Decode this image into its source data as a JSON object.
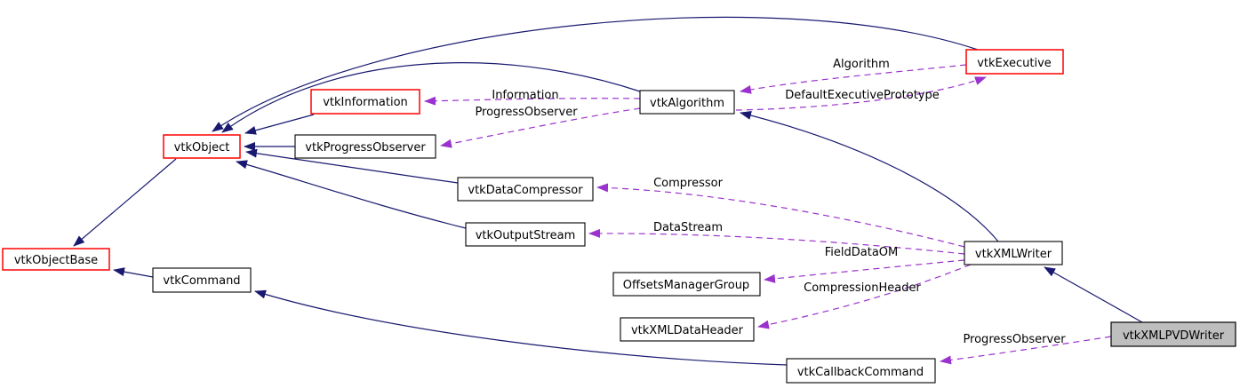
{
  "diagram": {
    "kind": "class-collaboration-graph",
    "colors": {
      "inheritance_edge": "#191970",
      "usage_edge": "#9a32cd",
      "node_border": "#000000",
      "truncated_node_border": "#ff0000",
      "current_node_fill": "#bebebe",
      "node_fill": "#ffffff",
      "background": "#ffffff"
    },
    "nodes": {
      "vtkObjectBase": {
        "label": "vtkObjectBase",
        "style": "truncated"
      },
      "vtkObject": {
        "label": "vtkObject",
        "style": "truncated"
      },
      "vtkInformation": {
        "label": "vtkInformation",
        "style": "truncated"
      },
      "vtkProgressObserver": {
        "label": "vtkProgressObserver",
        "style": "normal"
      },
      "vtkDataCompressor": {
        "label": "vtkDataCompressor",
        "style": "normal"
      },
      "vtkOutputStream": {
        "label": "vtkOutputStream",
        "style": "normal"
      },
      "vtkCommand": {
        "label": "vtkCommand",
        "style": "normal"
      },
      "OffsetsManagerGroup": {
        "label": "OffsetsManagerGroup",
        "style": "normal"
      },
      "vtkXMLDataHeader": {
        "label": "vtkXMLDataHeader",
        "style": "normal"
      },
      "vtkCallbackCommand": {
        "label": "vtkCallbackCommand",
        "style": "normal"
      },
      "vtkAlgorithm": {
        "label": "vtkAlgorithm",
        "style": "normal"
      },
      "vtkExecutive": {
        "label": "vtkExecutive",
        "style": "truncated"
      },
      "vtkXMLWriter": {
        "label": "vtkXMLWriter",
        "style": "normal"
      },
      "vtkXMLPVDWriter": {
        "label": "vtkXMLPVDWriter",
        "style": "current"
      }
    },
    "edges": [
      {
        "from": "vtkObject",
        "to": "vtkObjectBase",
        "kind": "inheritance",
        "label": ""
      },
      {
        "from": "vtkCommand",
        "to": "vtkObjectBase",
        "kind": "inheritance",
        "label": ""
      },
      {
        "from": "vtkInformation",
        "to": "vtkObject",
        "kind": "inheritance",
        "label": ""
      },
      {
        "from": "vtkProgressObserver",
        "to": "vtkObject",
        "kind": "inheritance",
        "label": ""
      },
      {
        "from": "vtkDataCompressor",
        "to": "vtkObject",
        "kind": "inheritance",
        "label": ""
      },
      {
        "from": "vtkOutputStream",
        "to": "vtkObject",
        "kind": "inheritance",
        "label": ""
      },
      {
        "from": "vtkAlgorithm",
        "to": "vtkObject",
        "kind": "inheritance",
        "label": ""
      },
      {
        "from": "vtkExecutive",
        "to": "vtkObject",
        "kind": "inheritance",
        "label": ""
      },
      {
        "from": "vtkXMLWriter",
        "to": "vtkAlgorithm",
        "kind": "inheritance",
        "label": ""
      },
      {
        "from": "vtkXMLPVDWriter",
        "to": "vtkXMLWriter",
        "kind": "inheritance",
        "label": ""
      },
      {
        "from": "vtkCallbackCommand",
        "to": "vtkCommand",
        "kind": "inheritance",
        "label": ""
      },
      {
        "from": "vtkExecutive",
        "to": "vtkAlgorithm",
        "kind": "usage",
        "label": "Algorithm"
      },
      {
        "from": "vtkAlgorithm",
        "to": "vtkExecutive",
        "kind": "usage",
        "label": "DefaultExecutivePrototype"
      },
      {
        "from": "vtkAlgorithm",
        "to": "vtkInformation",
        "kind": "usage",
        "label": "Information"
      },
      {
        "from": "vtkAlgorithm",
        "to": "vtkProgressObserver",
        "kind": "usage",
        "label": "ProgressObserver"
      },
      {
        "from": "vtkXMLWriter",
        "to": "vtkDataCompressor",
        "kind": "usage",
        "label": "Compressor"
      },
      {
        "from": "vtkXMLWriter",
        "to": "vtkOutputStream",
        "kind": "usage",
        "label": "DataStream"
      },
      {
        "from": "vtkXMLWriter",
        "to": "OffsetsManagerGroup",
        "kind": "usage",
        "label": "FieldDataOM"
      },
      {
        "from": "vtkXMLWriter",
        "to": "vtkXMLDataHeader",
        "kind": "usage",
        "label": "CompressionHeader"
      },
      {
        "from": "vtkXMLPVDWriter",
        "to": "vtkCallbackCommand",
        "kind": "usage",
        "label": "ProgressObserver"
      }
    ]
  }
}
